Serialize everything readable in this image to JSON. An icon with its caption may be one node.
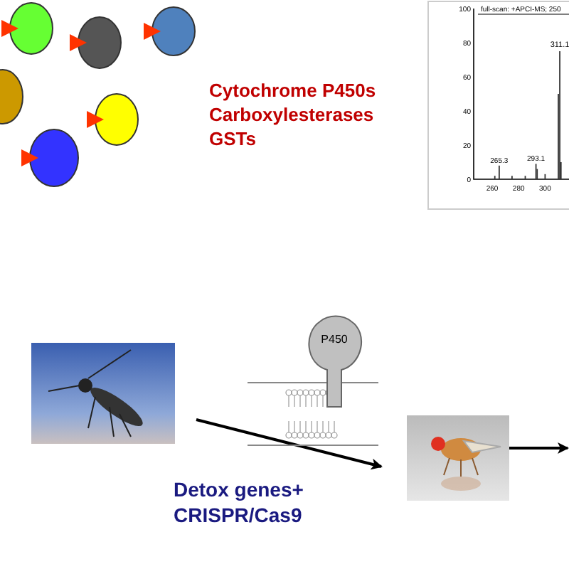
{
  "diagram": {
    "nodes": [
      {
        "text": [
          "P450"
        ]
      },
      {
        "text": [],
        "shape": "picture"
      },
      {
        "text": [],
        "shape": "picture"
      }
    ],
    "edges": [
      {
        "from": 1,
        "to": 2,
        "arrow": "to",
        "label": "Detox genes+ CRISPR/Cas9"
      },
      {
        "from": 2,
        "to": null,
        "arrow": "to"
      }
    ],
    "labels": [
      "full-scan: +APCI-MS; 250",
      "100",
      "80",
      "60",
      "40",
      "20",
      "0",
      "311.1",
      "265.3",
      "293.1",
      "260",
      "280",
      "300",
      "Cytochrome P450s",
      "Carboxylesterases",
      "GSTs"
    ]
  }
}
